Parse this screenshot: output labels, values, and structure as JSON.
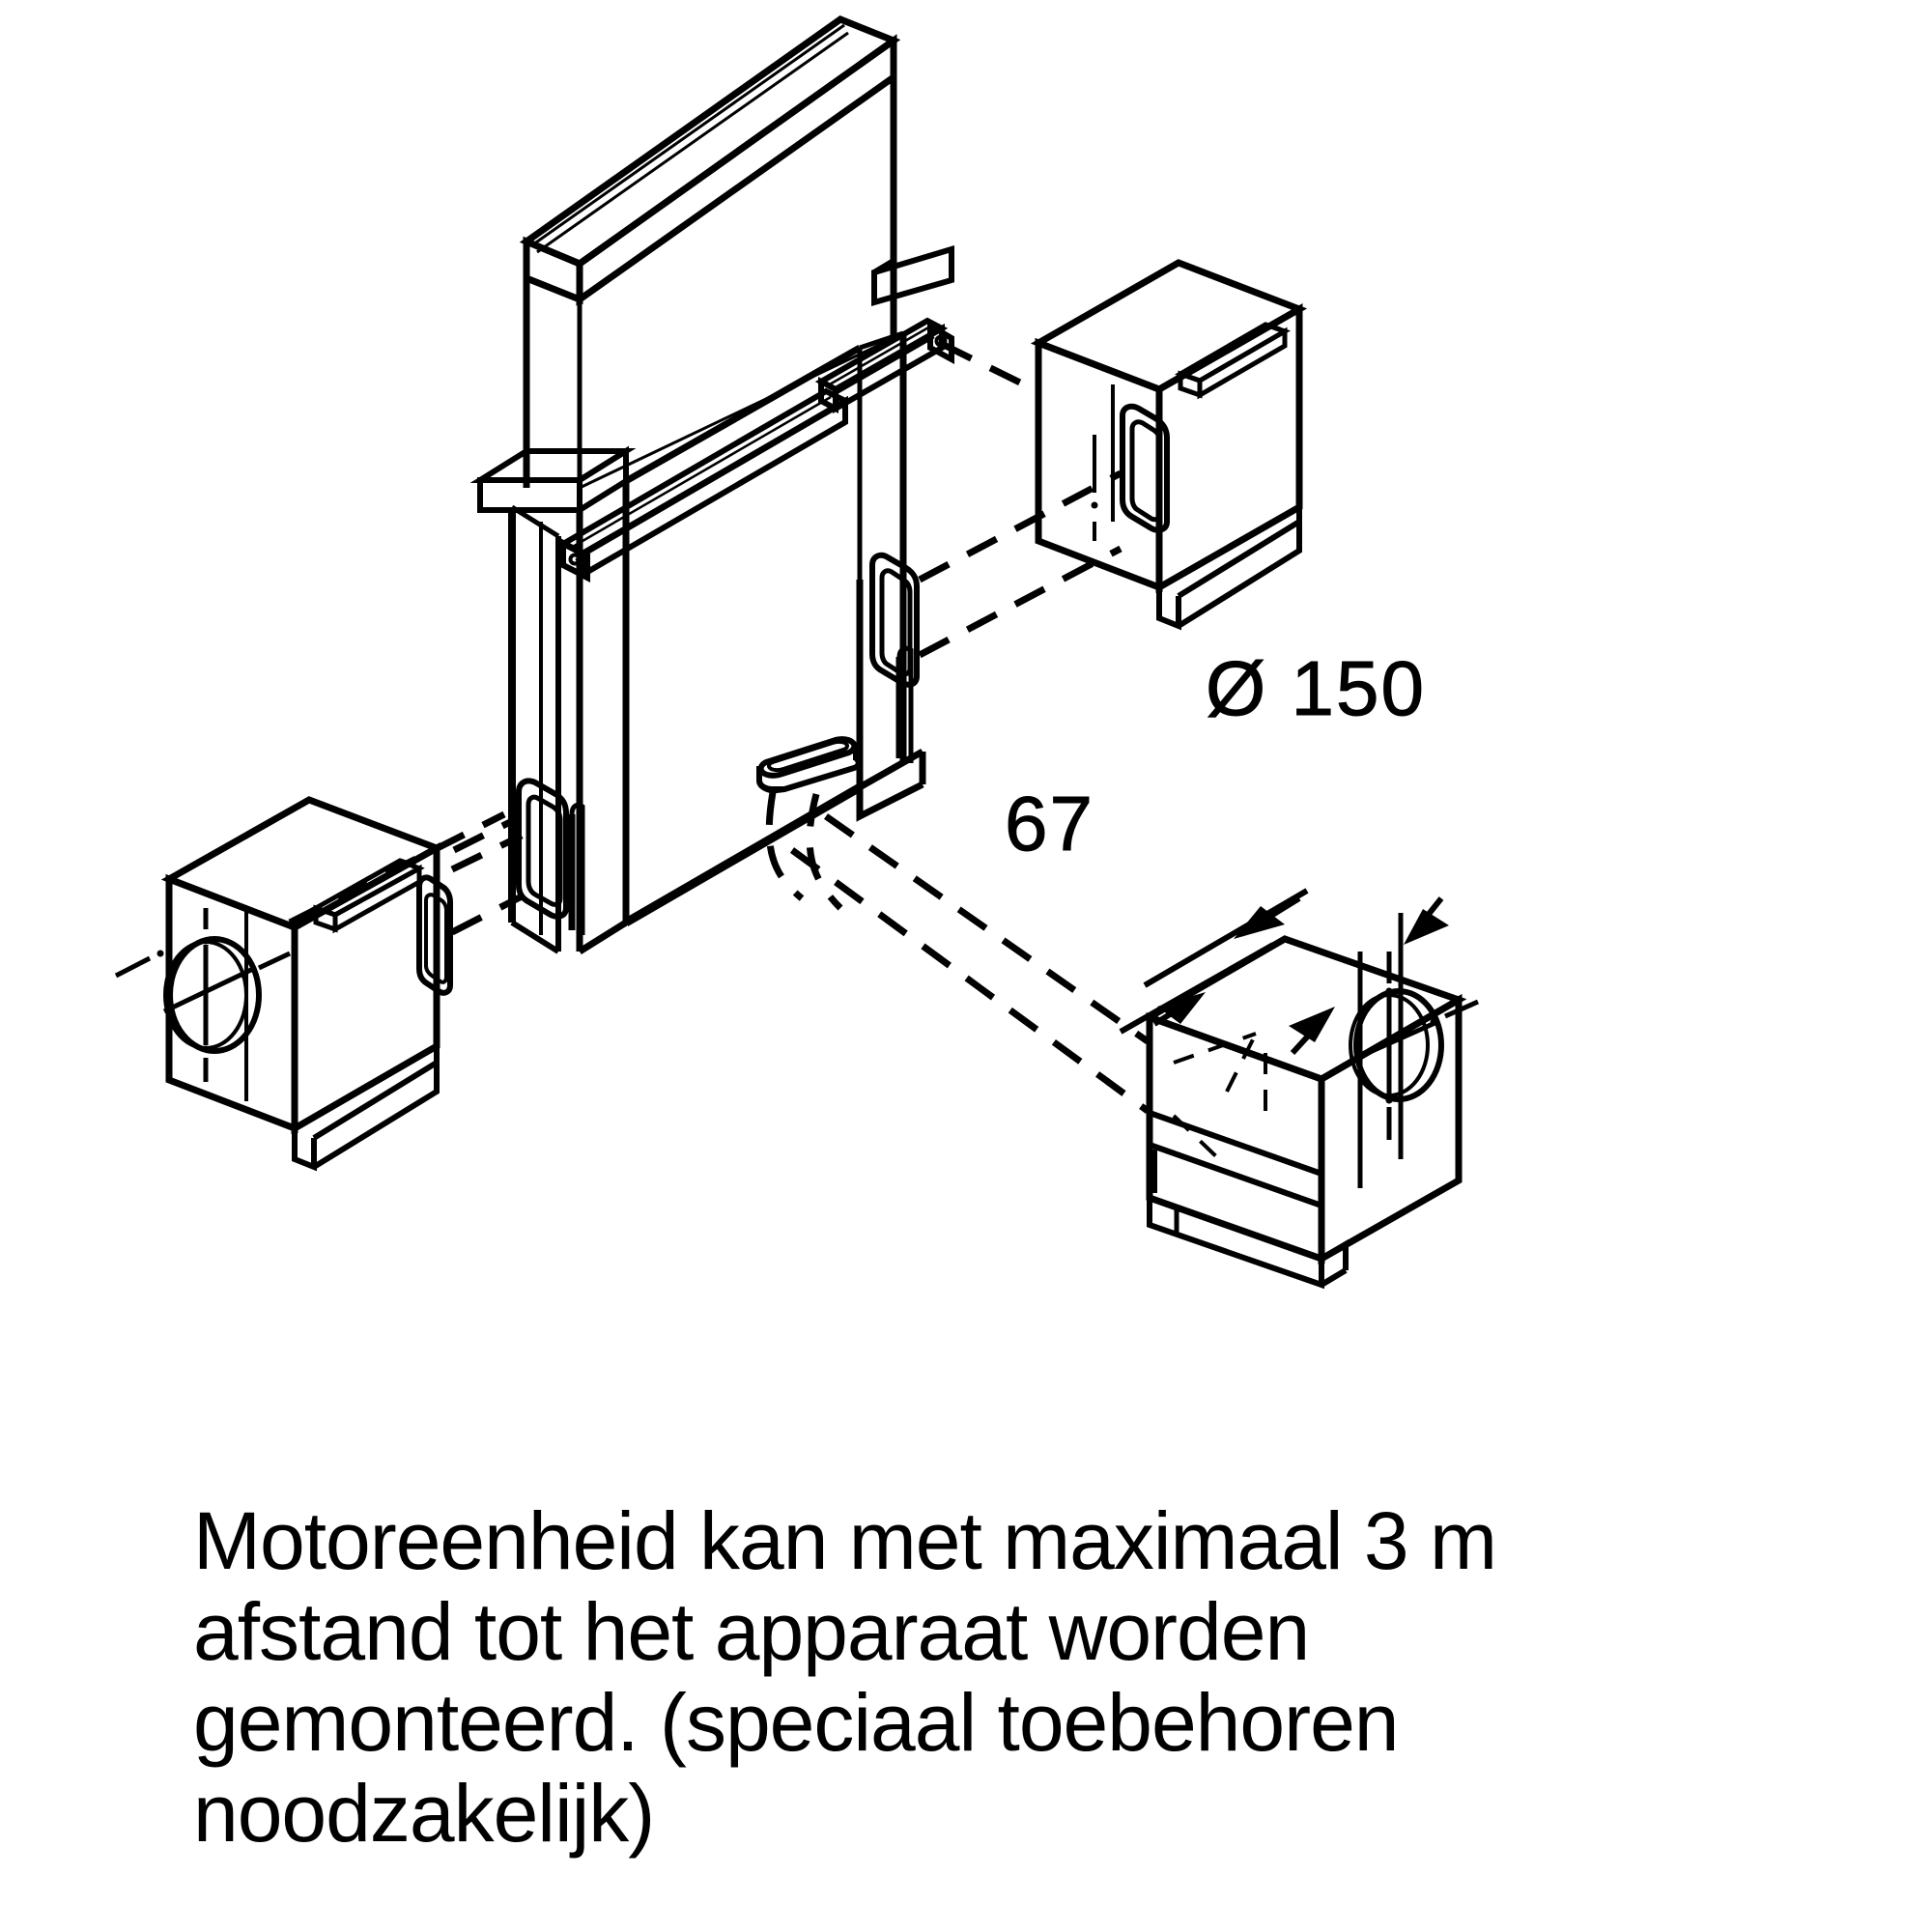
{
  "document": {
    "type": "technical-installation-diagram",
    "subject": "downdraft-extractor-hood-with-remote-motor-unit",
    "projection": "isometric",
    "line_color": "#000000",
    "background_color": "#ffffff"
  },
  "dimensions": {
    "duct_diameter": {
      "label": "Ø 150",
      "symbol": "Ø",
      "value": "150",
      "unit_implied": "mm",
      "name": "duct-diameter-label"
    },
    "outlet_depth": {
      "label": "67",
      "value": "67",
      "unit_implied": "mm",
      "name": "outlet-depth-label"
    }
  },
  "caption": {
    "lines": [
      "Motoreenheid kan met maximaal 3 m",
      "afstand tot het apparaat worden",
      "gemonteerd. (speciaal toebehoren",
      "noodzakelijk)"
    ],
    "full_text": "Motoreenheid kan met maximaal 3 m afstand tot het apparaat worden gemonteerd. (speciaal toebehoren noodzakelijk)",
    "language": "nl",
    "max_distance": "3 m"
  },
  "components": {
    "downdraft_hood": {
      "name": "downdraft-extractor-hood",
      "parts": [
        "extended-glass-panel",
        "hood-body",
        "left-mounting-rail",
        "right-mounting-rail",
        "rectangular-duct-outlet"
      ]
    },
    "motor_units": [
      {
        "name": "motor-unit-top-right",
        "position": "top-right",
        "orientation": "vertical-rear-outlet"
      },
      {
        "name": "motor-unit-bottom-left",
        "position": "bottom-left",
        "orientation": "vertical-side-outlet",
        "has_round_port": true
      },
      {
        "name": "motor-unit-bottom-right",
        "position": "bottom-right",
        "orientation": "horizontal-side-outlet",
        "has_round_port": true
      }
    ],
    "connection_lines": {
      "name": "dashed-assembly-guide-lines",
      "style": "dashed"
    }
  }
}
